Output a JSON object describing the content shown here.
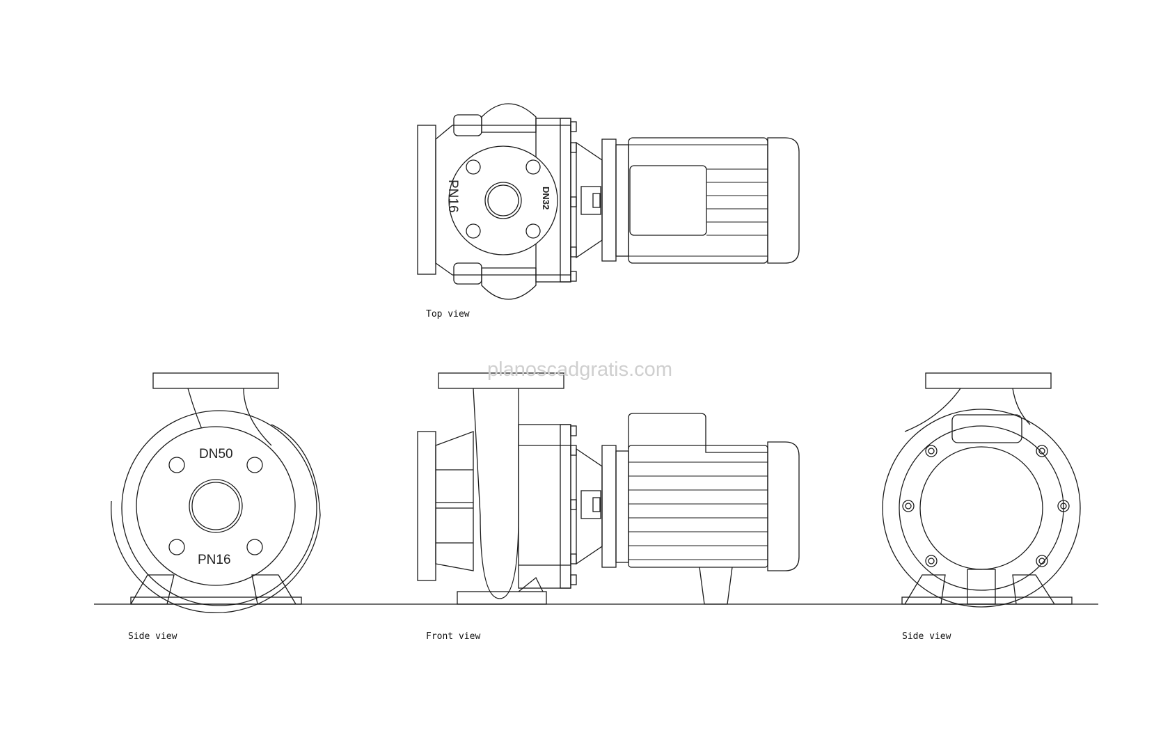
{
  "watermark": "planoscadgratis.com",
  "views": {
    "top": {
      "caption": "Top view",
      "flange_dn": "DN32",
      "flange_pn": "PN16"
    },
    "side_left": {
      "caption": "Side view",
      "flange_dn": "DN50",
      "flange_pn": "PN16"
    },
    "front": {
      "caption": "Front view"
    },
    "side_right": {
      "caption": "Side view"
    }
  },
  "colors": {
    "line": "#1a1a1a",
    "watermark": "#cfcfcf",
    "background": "#ffffff"
  }
}
